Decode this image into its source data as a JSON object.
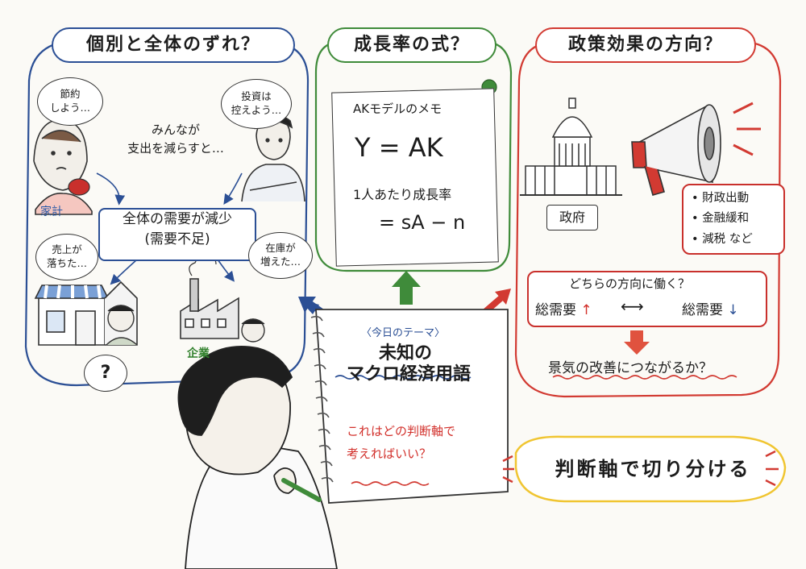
{
  "panels": {
    "left": {
      "title": "個別と全体のずれ？",
      "household_bubble": "節約\nしよう…",
      "investor_bubble": "投資は\n控えよう…",
      "center_text": "みんなが\n支出を減らすと…",
      "household_label": "家計",
      "summary_line1": "全体の需要が減少",
      "summary_line2": "(需要不足)",
      "shop_bubble": "売上が\n落ちた…",
      "firm_bubble": "在庫が\n増えた…",
      "firm_label": "企業",
      "question_bubble": "?"
    },
    "middle": {
      "title": "成長率の式？",
      "memo_title": "AKモデルのメモ",
      "formula": "Y = AK",
      "growth_label": "1人あたり成長率",
      "growth_formula": "= sA − n"
    },
    "right": {
      "title": "政策効果の方向？",
      "government_label": "政府",
      "policies": [
        "• 財政出動",
        "• 金融緩和",
        "• 減税 など"
      ],
      "direction_question": "どちらの方向に働く？",
      "demand_up": "総需要",
      "demand_down": "総需要",
      "outcome": "景気の改善につながるか？"
    }
  },
  "notebook": {
    "theme": "〈今日のテーマ〉",
    "heading_line1": "未知の",
    "heading_line2": "マクロ経済用語",
    "question_line1": "これはどの判断軸で",
    "question_line2": "考えればいい？"
  },
  "callout": "判断軸で切り分ける",
  "colors": {
    "blue": "#2b4f95",
    "green": "#3f8b3a",
    "red": "#d23a32",
    "yellow": "#f0c531"
  },
  "icons": [
    "thought-bubble",
    "piggy-bank-icon",
    "shop-icon",
    "factory-icon",
    "capitol-icon",
    "megaphone-icon",
    "pushpin-icon",
    "pen-icon"
  ]
}
